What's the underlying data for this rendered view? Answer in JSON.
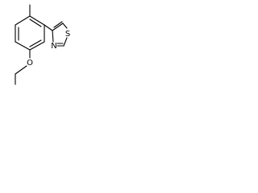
{
  "molecule": {
    "atoms": {
      "oxygen": "O",
      "sulfur": "S",
      "nitrogen": "N"
    }
  }
}
